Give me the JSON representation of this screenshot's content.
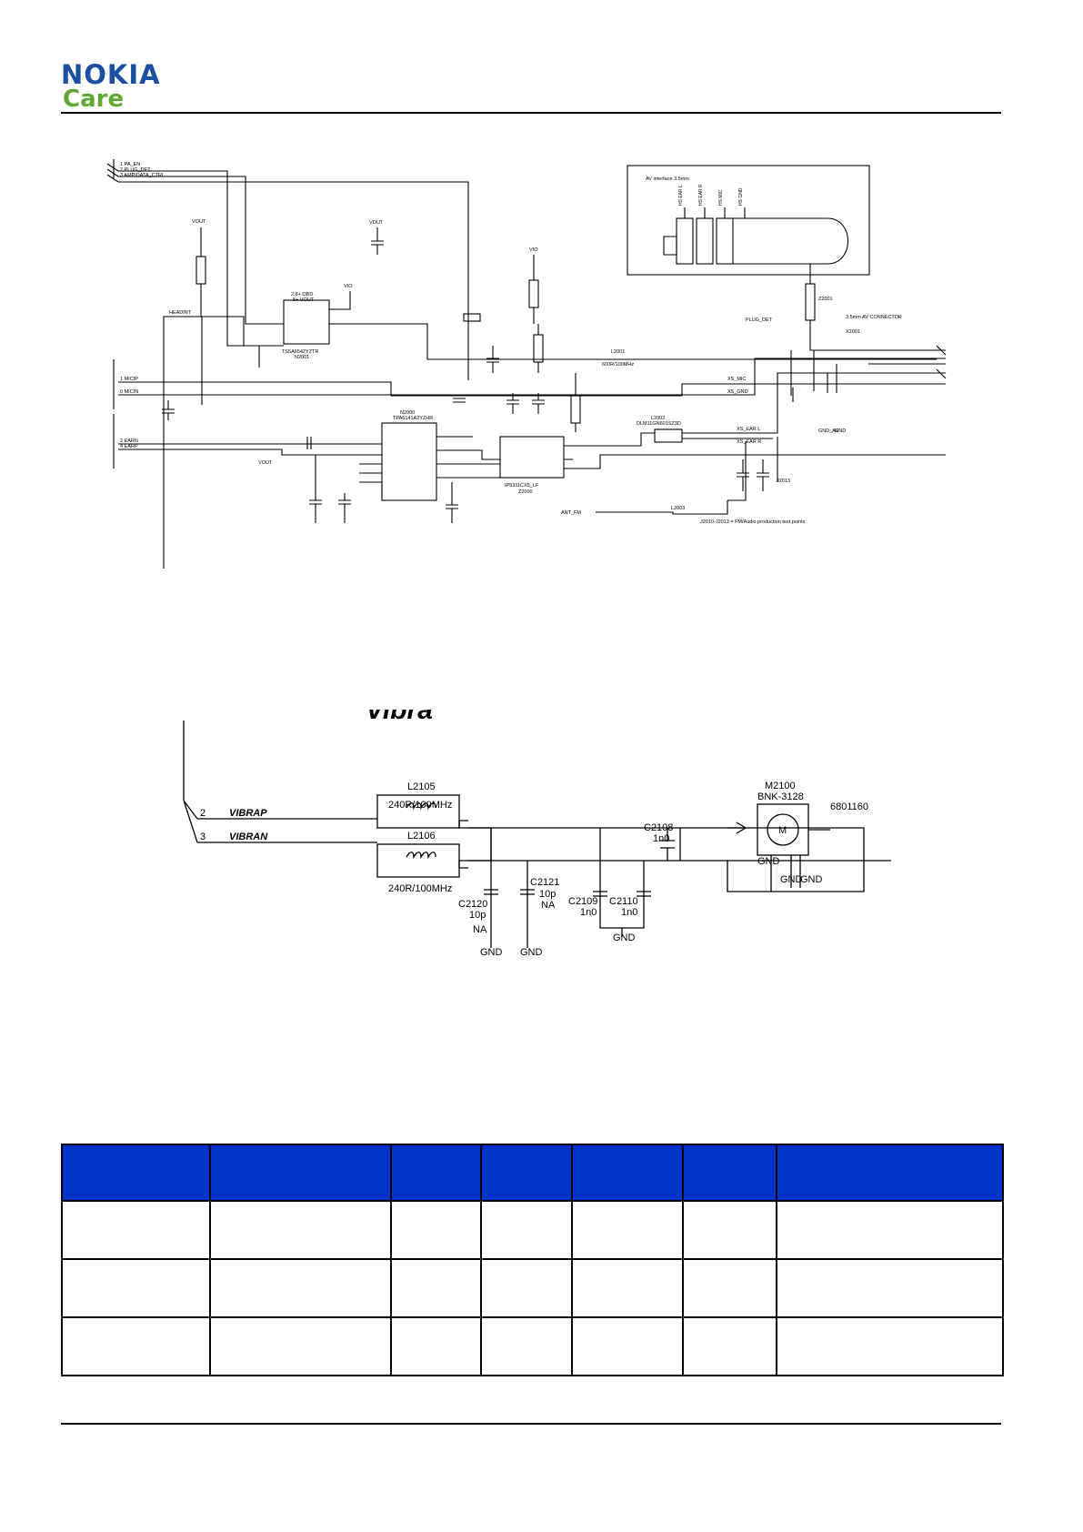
{
  "header": {
    "brand": "NOKIA",
    "sub": "Care"
  },
  "av_schematic": {
    "inputs": [
      "1  PA_EN",
      "2  PLUG_DET",
      "3  AMPIDATA_CTRL",
      "1  MICIP",
      "0  MICIN",
      "2  EARN",
      "4  EARP"
    ],
    "av_interface_title": "AV interface 3.5mm",
    "pin_labels": [
      "HS EAR L",
      "HS EAR R",
      "HS MIC",
      "HS GND"
    ],
    "connector_title": "3.5mm AV CONNECTOR",
    "labels": {
      "vout1": "VOUT",
      "vout2": "VOUT",
      "vout3": "VOUT",
      "vio1": "VIO",
      "vio2": "VIO",
      "headint": "HEADINT",
      "plugdet": "PLUG_DET",
      "xsmic": "XS_MIC",
      "xsgnd": "XS_GND",
      "xsearl": "XS_EAR L",
      "xsearr": "XS_EAR R",
      "n2001": "N2001",
      "n2001b": "2,8+ OBD",
      "n2001c": "5+ VOUT",
      "n2001d": "TS5A6542YZTR",
      "n2000": "N2000",
      "n2000b": "TPA6141A2YZHR",
      "z2000": "IP5311CX5_LF",
      "z2000b": "Z2000",
      "l2001": "L2001",
      "l2001v": "600R/100MHz",
      "l2002": "L2002",
      "l2002v": "DLM11GN601SZ3D",
      "l2003": "L2003",
      "x2001": "X2001",
      "z2001": "Z2001",
      "antfm": "ANT_FM",
      "j2013": "J2013",
      "note": "J2010-J2013 = FM/Audio production test points",
      "gndav": "GND_AV",
      "gnd": "GND"
    }
  },
  "vibra": {
    "title": "Vibra",
    "signals": [
      {
        "pin": "2",
        "name": "VIBRAP",
        "inductor": "L2105",
        "value": "240R/100MHz"
      },
      {
        "pin": "3",
        "name": "VIBRAN",
        "inductor": "L2106",
        "value": "240R/100MHz"
      }
    ],
    "caps": [
      {
        "ref": "C2120",
        "value": "10p",
        "note": "NA",
        "gnd": "GND"
      },
      {
        "ref": "C2121",
        "value": "10p",
        "note": "NA",
        "gnd": "GND"
      },
      {
        "ref": "C2109",
        "value": "1n0"
      },
      {
        "ref": "C2110",
        "value": "1n0"
      },
      {
        "ref": "C2108",
        "value": "1n0"
      }
    ],
    "cap_gnd": "GND",
    "motor": {
      "ref": "M2100",
      "part": "BNK-3128",
      "code": "6801160",
      "symbol": "M",
      "gnd_labels": [
        "GND",
        "GND",
        "GND"
      ]
    }
  },
  "table": {
    "columns": 7,
    "rows": 3
  }
}
